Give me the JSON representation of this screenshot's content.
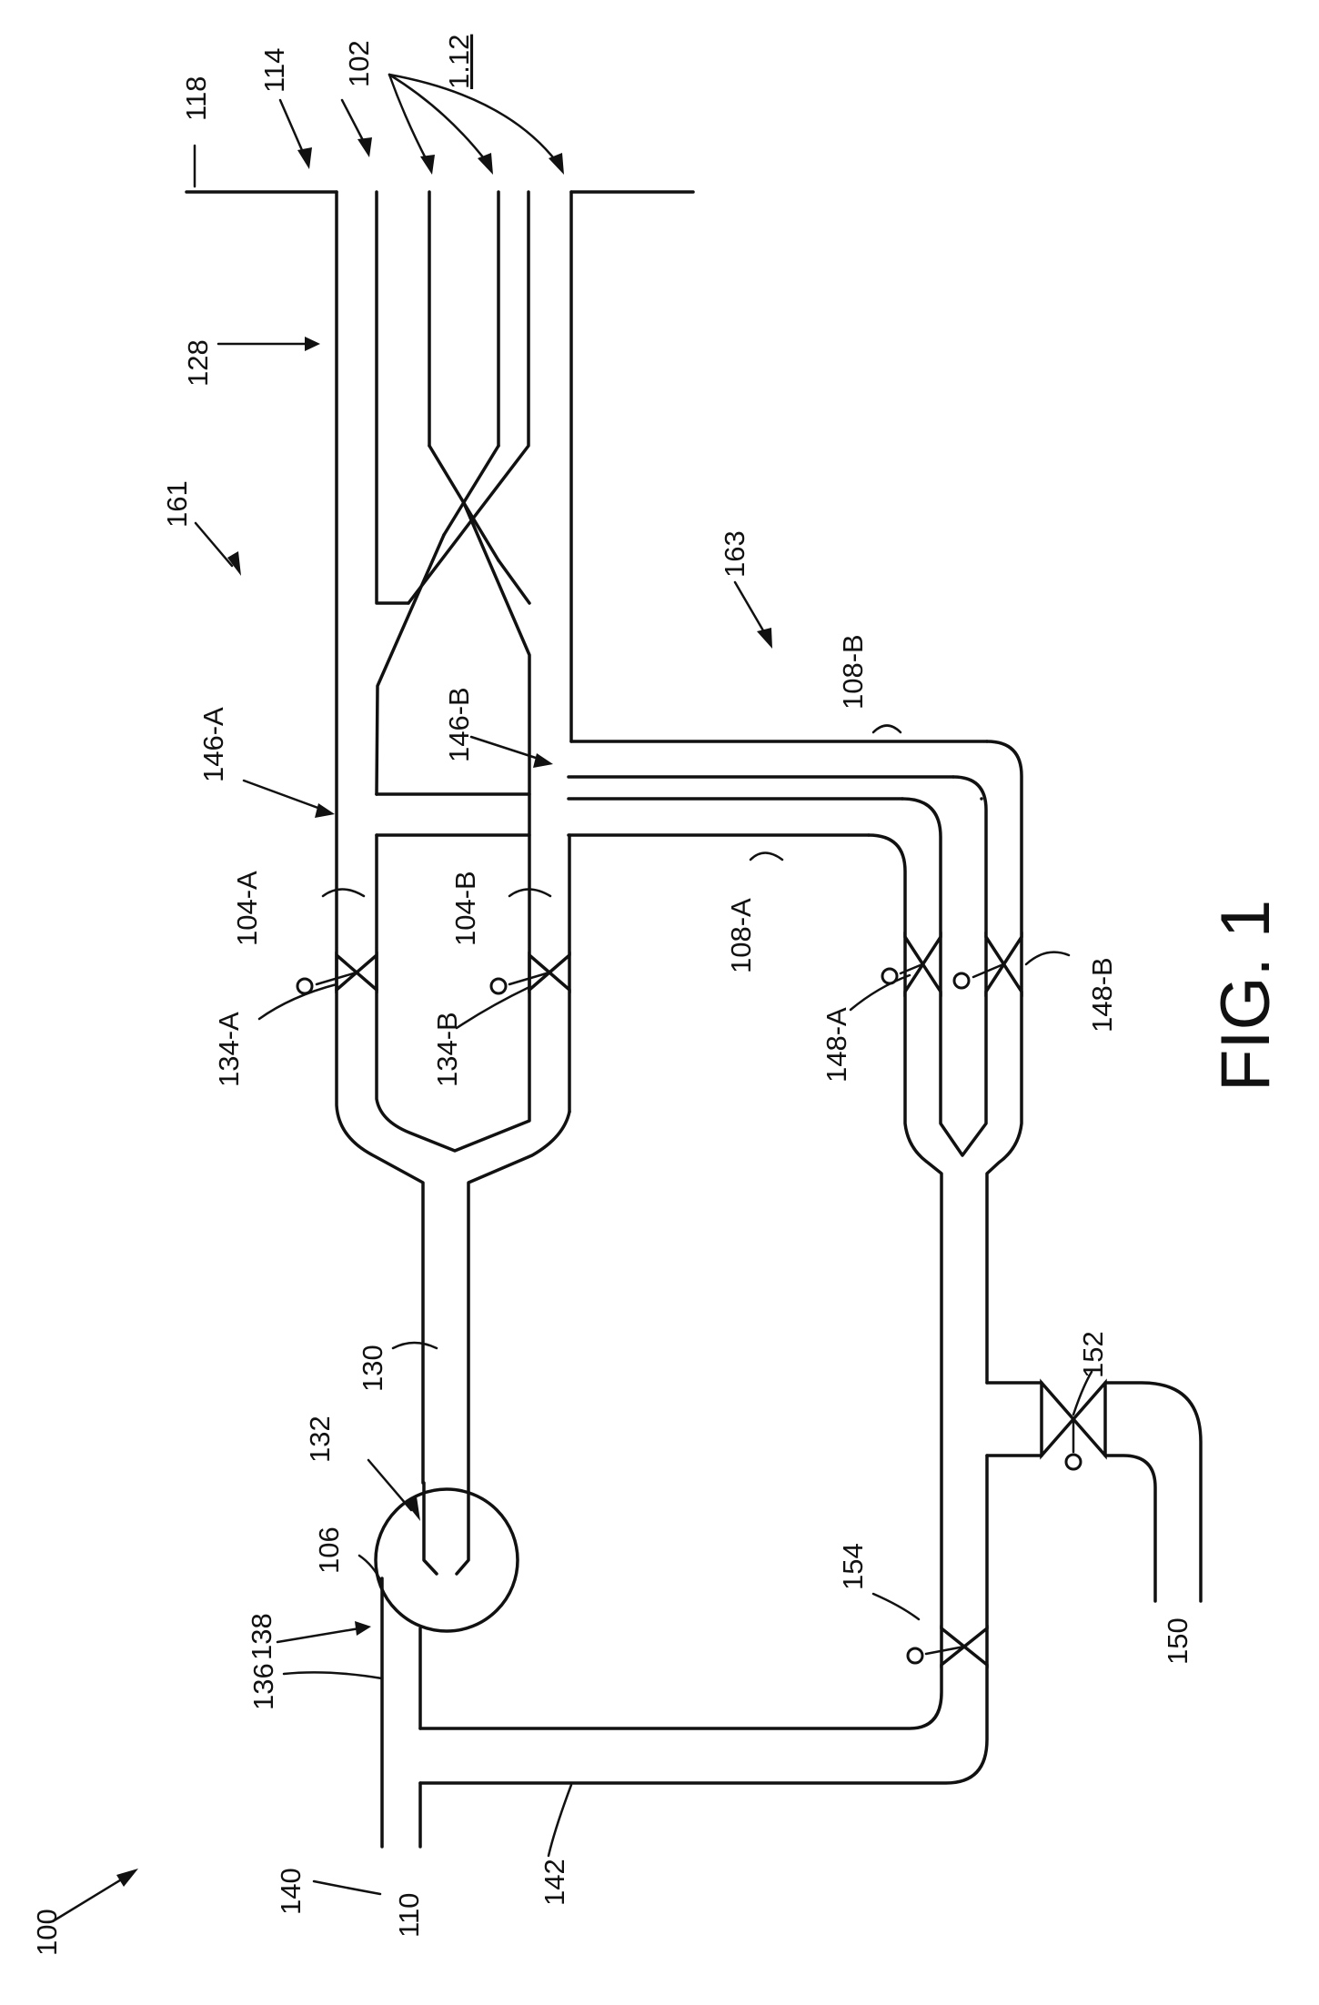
{
  "figure_label": "FIG. 1",
  "reference_numerals": {
    "system": "100",
    "pipe_102": "102",
    "pipe_104a": "104-A",
    "pipe_104b": "104-B",
    "separator": "106",
    "pipe_108a": "108-A",
    "pipe_108b": "108-B",
    "outlet_110": "110",
    "item_112": "1.12",
    "item_114": "114",
    "surface_118": "118",
    "item_128": "128",
    "pipe_130": "130",
    "inlet_132": "132",
    "valve_134a": "134-A",
    "valve_134b": "134-B",
    "pipe_136": "136",
    "item_138": "138",
    "pipe_140": "140",
    "pipe_142": "142",
    "junction_146a": "146-A",
    "junction_146b": "146-B",
    "valve_148a": "148-A",
    "valve_148b": "148-B",
    "pipe_150": "150",
    "item_161": "161",
    "valve_152": "152",
    "item_163": "163",
    "valve_154": "154"
  }
}
